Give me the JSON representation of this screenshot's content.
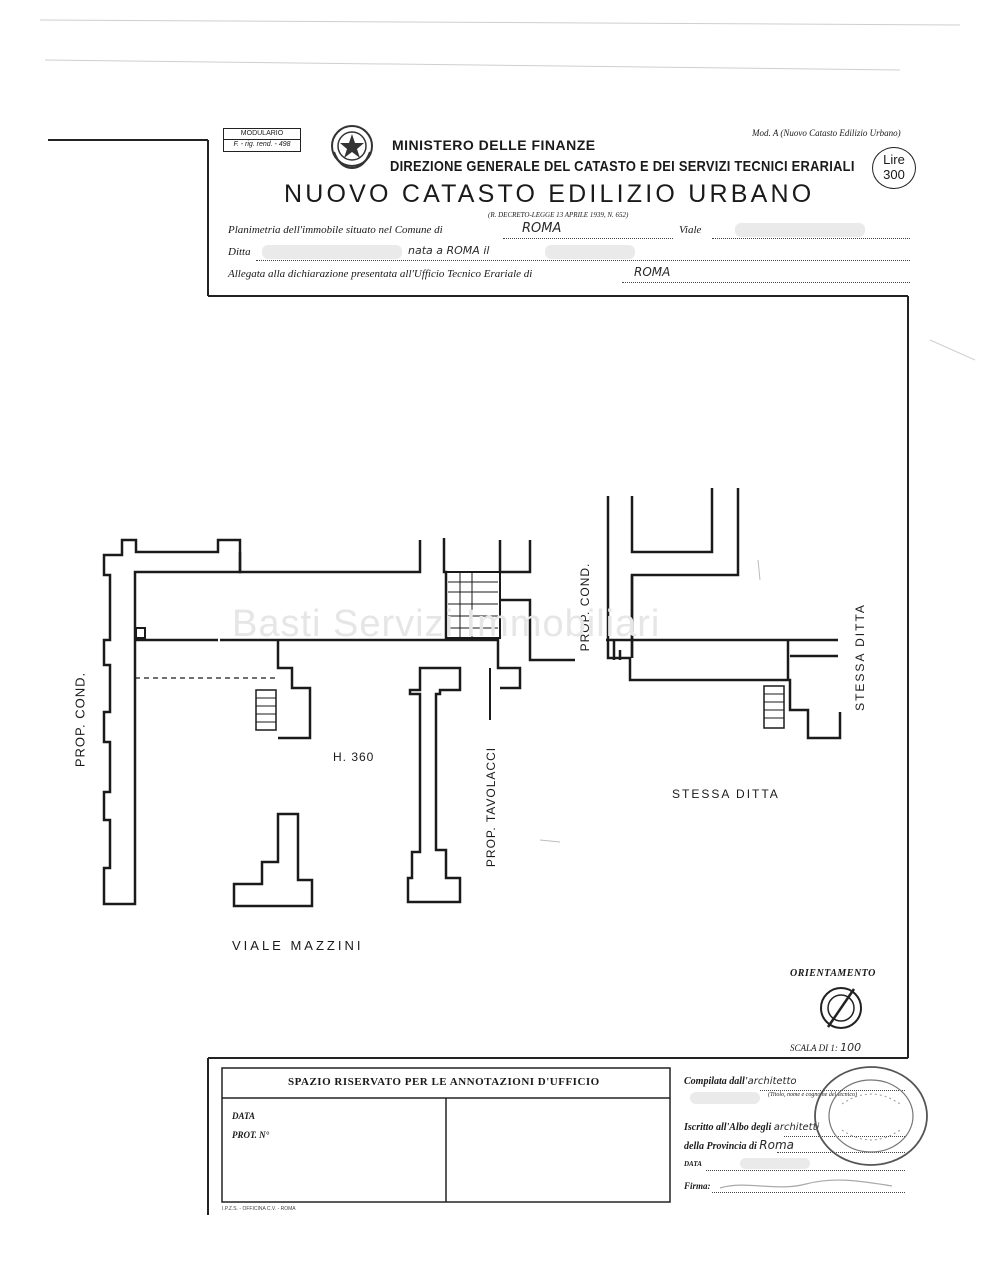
{
  "header": {
    "modulario_title": "MODULARIO",
    "modulario_code": "F. - rig. rend. - 498",
    "model_ref": "Mod. A (Nuovo Catasto Edilizio Urbano)",
    "ministry": "MINISTERO DELLE FINANZE",
    "direzione": "DIREZIONE GENERALE DEL CATASTO E DEI SERVIZI TECNICI ERARIALI",
    "title": "NUOVO CATASTO EDILIZIO URBANO",
    "decree": "(R. DECRETO-LEGGE 13 APRILE 1939, N. 652)",
    "stamp_lire": "Lire",
    "stamp_amount": "300"
  },
  "fields": {
    "planimetria_label": "Planimetria dell'immobile situato nel Comune di",
    "comune_value": "ROMA",
    "via_label": "Viale",
    "ditta_label": "Ditta",
    "ditta_value": "nata a ROMA il",
    "allegata_label": "Allegata alla dichiarazione presentata all'Ufficio Tecnico Erariale di",
    "ufficio_value": "ROMA"
  },
  "plan": {
    "label_prop_cond_left": "PROP. COND.",
    "label_prop_cond_mid": "PROP. COND.",
    "label_prop_tavolacci": "PROP. TAVOLACCI",
    "label_height": "H. 360",
    "label_stessa_ditta_center": "STESSA DITTA",
    "label_stessa_ditta_right": "STESSA DITTA",
    "label_viale_mazzini": "VIALE MAZZINI",
    "watermark": "Basti Servizi Immobiliari"
  },
  "orientation": {
    "label": "ORIENTAMENTO",
    "scale_label": "SCALA DI 1:",
    "scale_value": "100"
  },
  "office_box": {
    "title": "SPAZIO RISERVATO PER LE ANNOTAZIONI D'UFFICIO",
    "data_label": "DATA",
    "prot_label": "PROT. N°"
  },
  "signature_box": {
    "compilata_label": "Compilata dall'",
    "compilata_value": "architetto",
    "compilata_note": "(Titolo, nome e cognome del tecnico)",
    "iscritto_label": "Iscritto all'Albo degli",
    "iscritto_value": "architetti",
    "provincia_label": "della Provincia di",
    "provincia_value": "Roma",
    "data_label": "DATA",
    "firma_label": "Firma:"
  },
  "footer": {
    "printer": "I.P.Z.S. - OFFICINA C.V. - ROMA"
  }
}
